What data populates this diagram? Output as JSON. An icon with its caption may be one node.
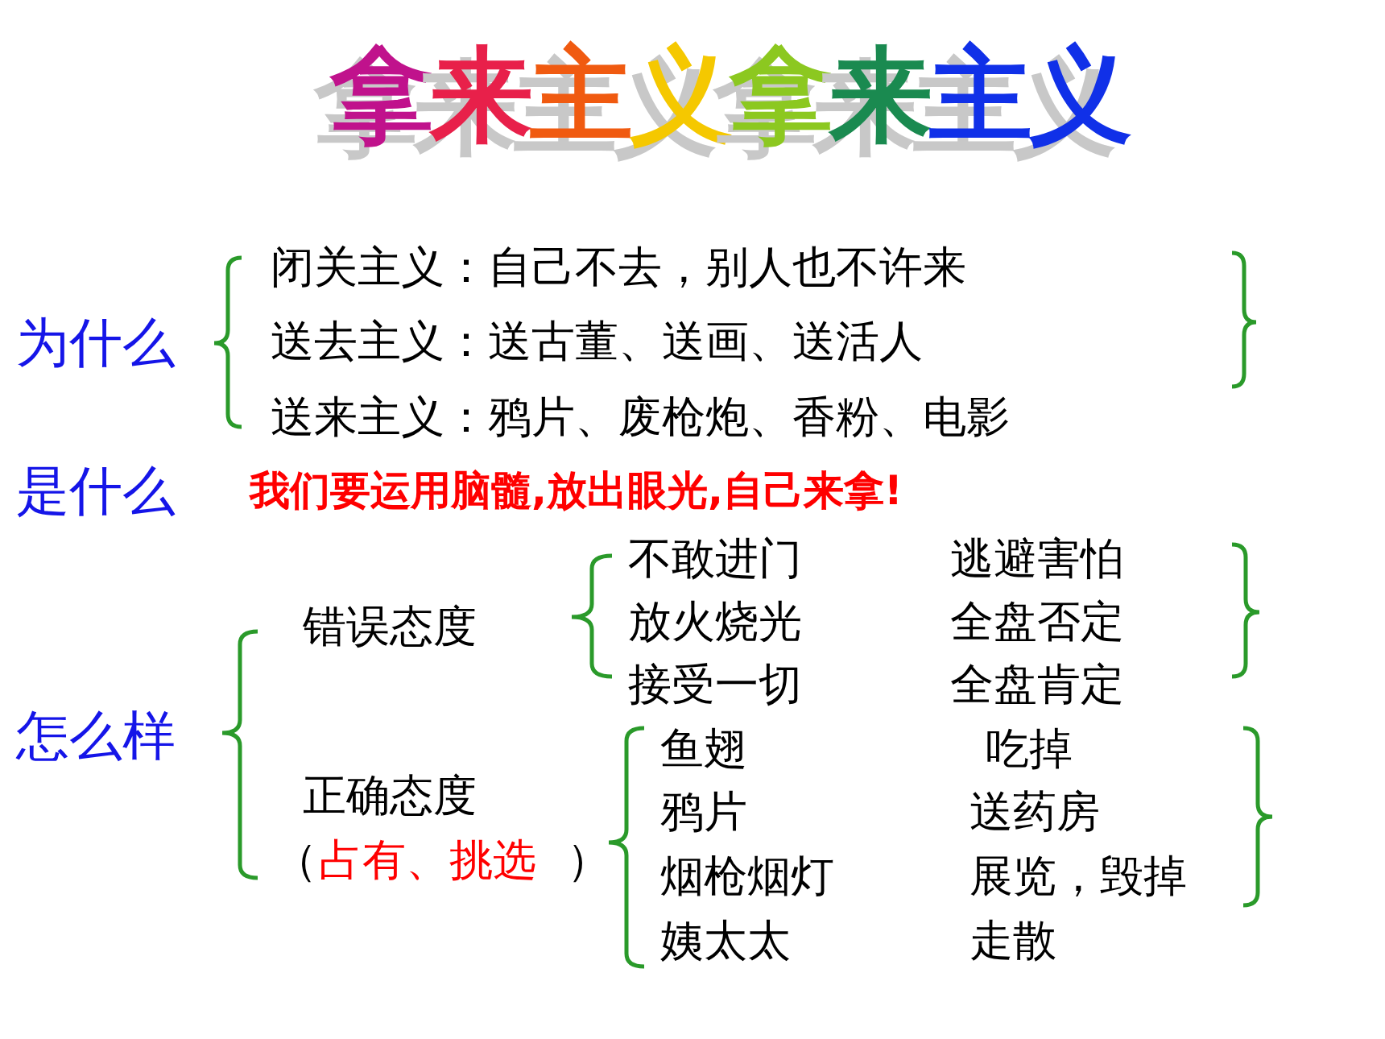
{
  "diagram": {
    "title": "拿来主义拿来主义",
    "labels": [
      "闭关主义：自己不去，别人也不许来",
      "为什么",
      "送去主义：送古董、送画、送活人",
      "送来主义：鸦片、废枪炮、香粉、电影",
      "是什么",
      "我们要运用脑髓,放出眼光,自己来拿!",
      "不敢进门",
      "逃避害怕",
      "错误态度",
      "放火烧光",
      "全盘否定",
      "接受一切",
      "全盘肯定",
      "怎么样",
      "鱼翅",
      "吃掉",
      "正确态度",
      "鸦片",
      "送药房",
      "（",
      "占有、挑选",
      "）",
      "烟枪烟灯",
      "展览，毁掉",
      "姨太太",
      "走散"
    ]
  }
}
